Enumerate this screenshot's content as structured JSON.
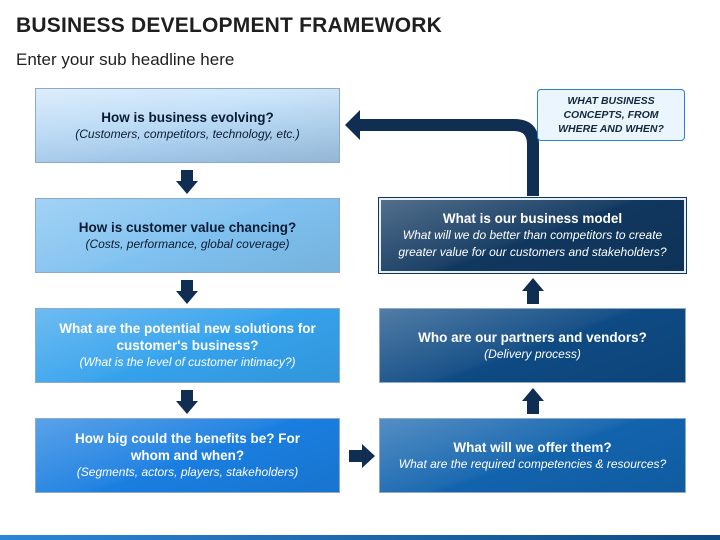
{
  "title": "BUSINESS DEVELOPMENT FRAMEWORK",
  "subtitle": "Enter your sub headline here",
  "left_boxes": [
    {
      "title": "How is business evolving?",
      "sub": "(Customers, competitors, technology, etc.)"
    },
    {
      "title": "How is customer value chancing?",
      "sub": "(Costs, performance, global coverage)"
    },
    {
      "title": "What are the potential new solutions for customer's business?",
      "sub": "(What is the level of customer intimacy?)"
    },
    {
      "title": "How big could the benefits be? For whom and when?",
      "sub": "(Segments, actors, players,  stakeholders)"
    }
  ],
  "right_boxes": [
    {
      "title": "What is our business model",
      "sub": "What will we do better than competitors to create greater value for our customers and stakeholders?"
    },
    {
      "title": "Who are our partners and vendors?",
      "sub": "(Delivery process)"
    },
    {
      "title": "What will we offer them?",
      "sub": "What are the required competencies & resources?"
    }
  ],
  "callout": "WHAT BUSINESS CONCEPTS, FROM WHERE AND WHEN?",
  "colors": {
    "arrow": "#0f2e52",
    "left_1": "#b3d6f3",
    "left_2": "#7fc1f0",
    "left_3": "#35a2ec",
    "left_4": "#1a7ee0",
    "right_1": "#10375f",
    "right_2": "#0e4a83",
    "right_3": "#1263ad"
  }
}
